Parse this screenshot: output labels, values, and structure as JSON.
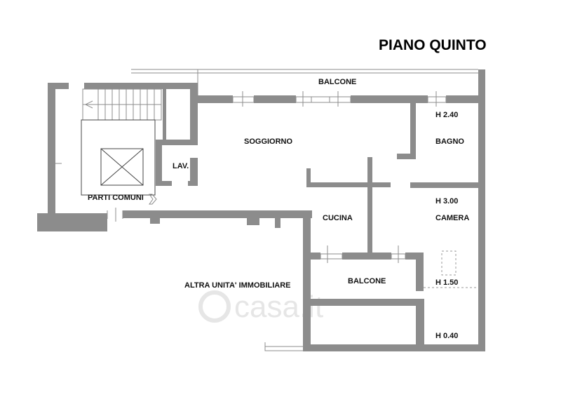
{
  "title": "PIANO QUINTO",
  "rooms": {
    "balcone_top": "BALCONE",
    "soggiorno": "SOGGIORNO",
    "bagno": "BAGNO",
    "h_bagno": "H 2.40",
    "lav": "LAV.",
    "parti_comuni": "PARTI COMUNI",
    "cucina": "CUCINA",
    "camera": "CAMERA",
    "h_camera": "H 3.00",
    "balcone_bottom": "BALCONE",
    "h_150": "H 1.50",
    "h_040": "H 0.40",
    "altra_unita": "ALTRA UNITA' IMMOBILIARE"
  },
  "watermark": "casa.it",
  "colors": {
    "wall": "#8c8c8c",
    "text": "#111111"
  }
}
